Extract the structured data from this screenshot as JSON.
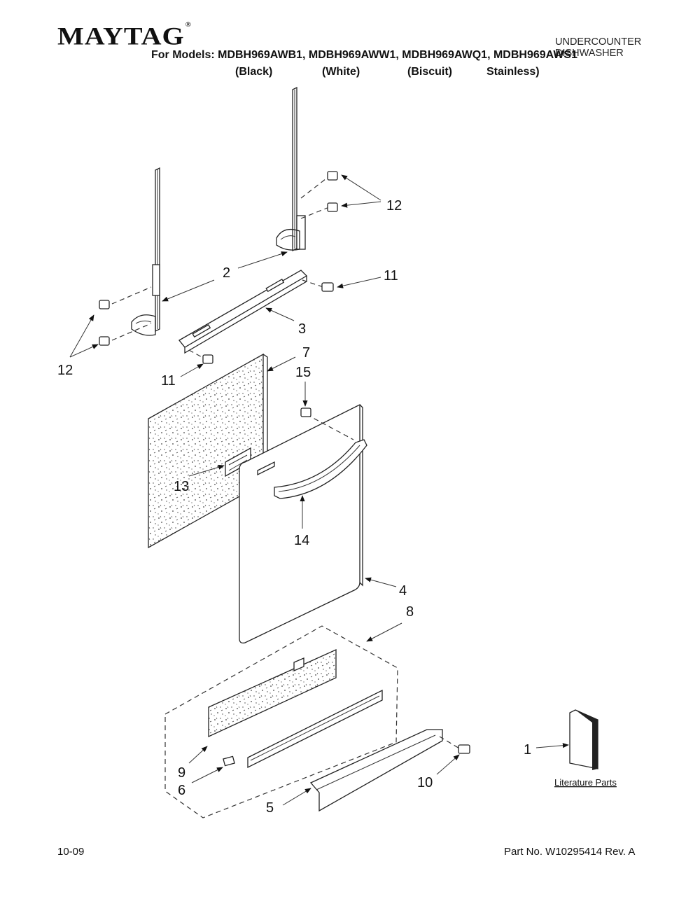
{
  "header": {
    "brand": "MAYTAG",
    "registered_mark": "®",
    "product_type_line1": "UNDERCOUNTER",
    "product_type_line2": "DISHWASHER",
    "models_line": "For Models: MDBH969AWB1, MDBH969AWW1, MDBH969AWQ1, MDBH969AWS1",
    "variants": [
      "(Black)",
      "(White)",
      "(Biscuit)",
      "Stainless)"
    ]
  },
  "diagram": {
    "callouts": {
      "c1": "1",
      "c2": "2",
      "c3": "3",
      "c4": "4",
      "c5": "5",
      "c6": "6",
      "c7": "7",
      "c8": "8",
      "c9": "9",
      "c10": "10",
      "c11a": "11",
      "c11b": "11",
      "c12a": "12",
      "c12b": "12",
      "c13": "13",
      "c14": "14",
      "c15": "15"
    },
    "literature_label": "Literature Parts"
  },
  "footer": {
    "date": "10-09",
    "part_number": "Part No. W10295414 Rev. A"
  }
}
